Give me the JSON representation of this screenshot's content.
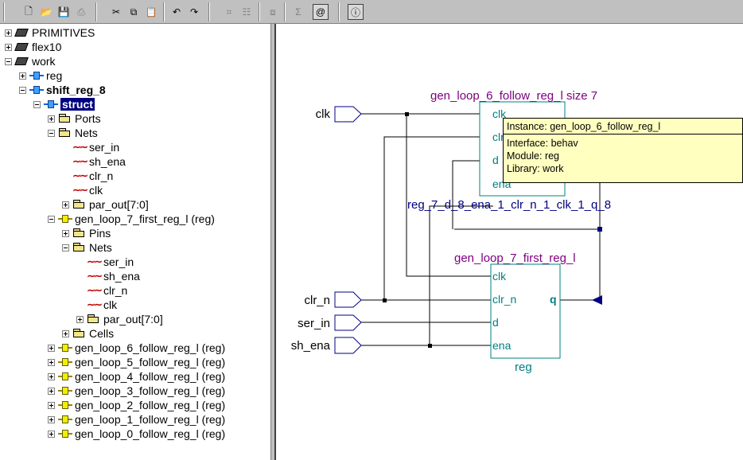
{
  "toolbar": {
    "buttons": [
      {
        "icon": "new-file-icon",
        "glyph": "🗋",
        "enabled": true
      },
      {
        "icon": "open-folder-icon",
        "glyph": "📂",
        "enabled": true
      },
      {
        "icon": "save-icon",
        "glyph": "💾",
        "enabled": true
      },
      {
        "icon": "print-icon",
        "glyph": "⎙",
        "enabled": false
      },
      {
        "icon": "cut-icon",
        "glyph": "✂",
        "enabled": true
      },
      {
        "icon": "copy-icon",
        "glyph": "⧉",
        "enabled": true
      },
      {
        "icon": "paste-icon",
        "glyph": "📋",
        "enabled": true
      },
      {
        "icon": "undo-icon",
        "glyph": "↶",
        "enabled": true
      },
      {
        "icon": "redo-icon",
        "glyph": "↷",
        "enabled": true
      },
      {
        "icon": "grid-icon",
        "glyph": "⌗",
        "enabled": false
      },
      {
        "icon": "align-icon",
        "glyph": "☷",
        "enabled": false
      },
      {
        "icon": "hierarchy-icon",
        "glyph": "⧈",
        "enabled": false
      },
      {
        "icon": "sigma-icon",
        "glyph": "Σ",
        "enabled": false
      },
      {
        "icon": "at-icon",
        "glyph": "@",
        "enabled": true
      },
      {
        "icon": "info-icon",
        "glyph": "ⓘ",
        "enabled": true
      }
    ]
  },
  "tree": {
    "nodes": [
      {
        "label": "PRIMITIVES",
        "icon": "library-book-icon",
        "expander": "plus"
      },
      {
        "label": "flex10",
        "icon": "library-book-icon",
        "expander": "plus"
      },
      {
        "label": "work",
        "icon": "library-open-book-icon",
        "expander": "minus"
      },
      {
        "label": "reg",
        "icon": "entity-icon",
        "expander": "plus"
      },
      {
        "label": "shift_reg_8",
        "icon": "entity-icon",
        "expander": "minus"
      },
      {
        "label": "struct",
        "icon": "architecture-icon",
        "expander": "minus"
      },
      {
        "label": "Ports",
        "icon": "folder-icon",
        "expander": "plus"
      },
      {
        "label": "Nets",
        "icon": "folder-open-icon",
        "expander": "minus"
      },
      {
        "label": "ser_in",
        "icon": "net-icon",
        "expander": ""
      },
      {
        "label": "sh_ena",
        "icon": "net-icon",
        "expander": ""
      },
      {
        "label": "clr_n",
        "icon": "net-icon",
        "expander": ""
      },
      {
        "label": "clk",
        "icon": "net-icon",
        "expander": ""
      },
      {
        "label": "par_out[7:0]",
        "icon": "folder-icon",
        "expander": "plus"
      },
      {
        "label": "gen_loop_7_first_reg_l (reg)",
        "icon": "instance-icon",
        "expander": "minus"
      },
      {
        "label": "Pins",
        "icon": "folder-icon",
        "expander": "plus"
      },
      {
        "label": "Nets",
        "icon": "folder-open-icon",
        "expander": "minus"
      },
      {
        "label": "ser_in",
        "icon": "net-icon",
        "expander": ""
      },
      {
        "label": "sh_ena",
        "icon": "net-icon",
        "expander": ""
      },
      {
        "label": "clr_n",
        "icon": "net-icon",
        "expander": ""
      },
      {
        "label": "clk",
        "icon": "net-icon",
        "expander": ""
      },
      {
        "label": "par_out[7:0]",
        "icon": "folder-icon",
        "expander": "plus"
      },
      {
        "label": "Cells",
        "icon": "folder-icon",
        "expander": "plus"
      },
      {
        "label": "gen_loop_6_follow_reg_l (reg)",
        "icon": "instance-icon",
        "expander": "plus"
      },
      {
        "label": "gen_loop_5_follow_reg_l (reg)",
        "icon": "instance-icon",
        "expander": "plus"
      },
      {
        "label": "gen_loop_4_follow_reg_l (reg)",
        "icon": "instance-icon",
        "expander": "plus"
      },
      {
        "label": "gen_loop_3_follow_reg_l (reg)",
        "icon": "instance-icon",
        "expander": "plus"
      },
      {
        "label": "gen_loop_2_follow_reg_l (reg)",
        "icon": "instance-icon",
        "expander": "plus"
      },
      {
        "label": "gen_loop_1_follow_reg_l (reg)",
        "icon": "instance-icon",
        "expander": "plus"
      },
      {
        "label": "gen_loop_0_follow_reg_l (reg)",
        "icon": "instance-icon",
        "expander": "plus"
      }
    ]
  },
  "schematic": {
    "top_instance_label": "gen_loop_6_follow_reg_l size 7",
    "top_pins": [
      "clk",
      "clr_n",
      "d",
      "ena"
    ],
    "net_label": "reg_7_d_8_ena_1_clr_n_1_clk_1_q_8",
    "bottom_instance_label": "gen_loop_7_first_reg_l",
    "bottom_pins": [
      "clk",
      "clr_n",
      "d",
      "ena"
    ],
    "bottom_output_pin": "q",
    "bottom_module_label": "reg",
    "ports": [
      "clk",
      "clr_n",
      "ser_in",
      "sh_ena"
    ],
    "colors": {
      "instance": "#800080",
      "pin": "#008080",
      "net": "#000080",
      "wire": "#000000"
    }
  },
  "tooltip": {
    "instance": "Instance: gen_loop_6_follow_reg_l",
    "interface": "Interface: behav",
    "module": "Module: reg",
    "library": "Library: work"
  }
}
